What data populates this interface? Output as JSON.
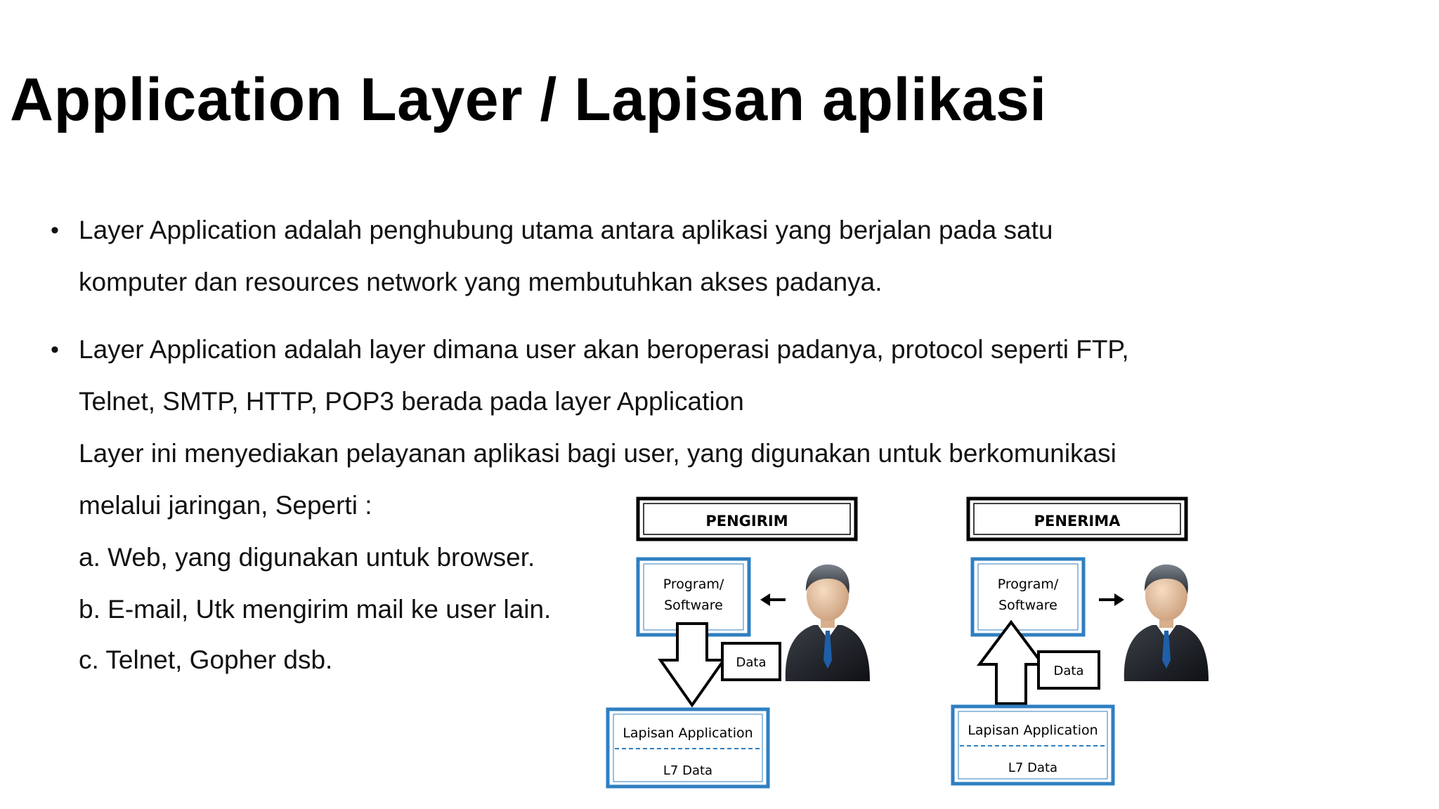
{
  "slide": {
    "title": "Application Layer / Lapisan aplikasi",
    "bullets": [
      {
        "lines": [
          "Layer Application adalah penghubung utama antara aplikasi yang berjalan pada satu",
          "komputer dan resources network yang membutuhkan akses padanya."
        ]
      },
      {
        "lines": [
          "Layer Application adalah layer dimana user akan beroperasi padanya, protocol seperti FTP,",
          "Telnet, SMTP, HTTP, POP3 berada pada layer Application",
          "Layer ini menyediakan pelayanan aplikasi bagi user, yang digunakan untuk berkomunikasi",
          "melalui jaringan, Seperti :",
          "a. Web, yang digunakan untuk browser.",
          "b. E-mail, Utk mengirim mail ke user lain.",
          "c. Telnet, Gopher dsb."
        ]
      }
    ],
    "bullet_symbol": "•"
  },
  "diagram": {
    "sender": {
      "header": "PENGIRIM",
      "program_line1": "Program/",
      "program_line2": "Software",
      "data_label": "Data",
      "layer_label": "Lapisan Application",
      "layer_data": "L7 Data"
    },
    "receiver": {
      "header": "PENERIMA",
      "program_line1": "Program/",
      "program_line2": "Software",
      "data_label": "Data",
      "layer_label": "Lapisan Application",
      "layer_data": "L7 Data"
    },
    "colors": {
      "box_border": "#2f7fc1",
      "header_border": "#000000",
      "suit": "#1c1f24",
      "skin": "#e8c7a8",
      "tie": "#1f5fa8"
    }
  }
}
